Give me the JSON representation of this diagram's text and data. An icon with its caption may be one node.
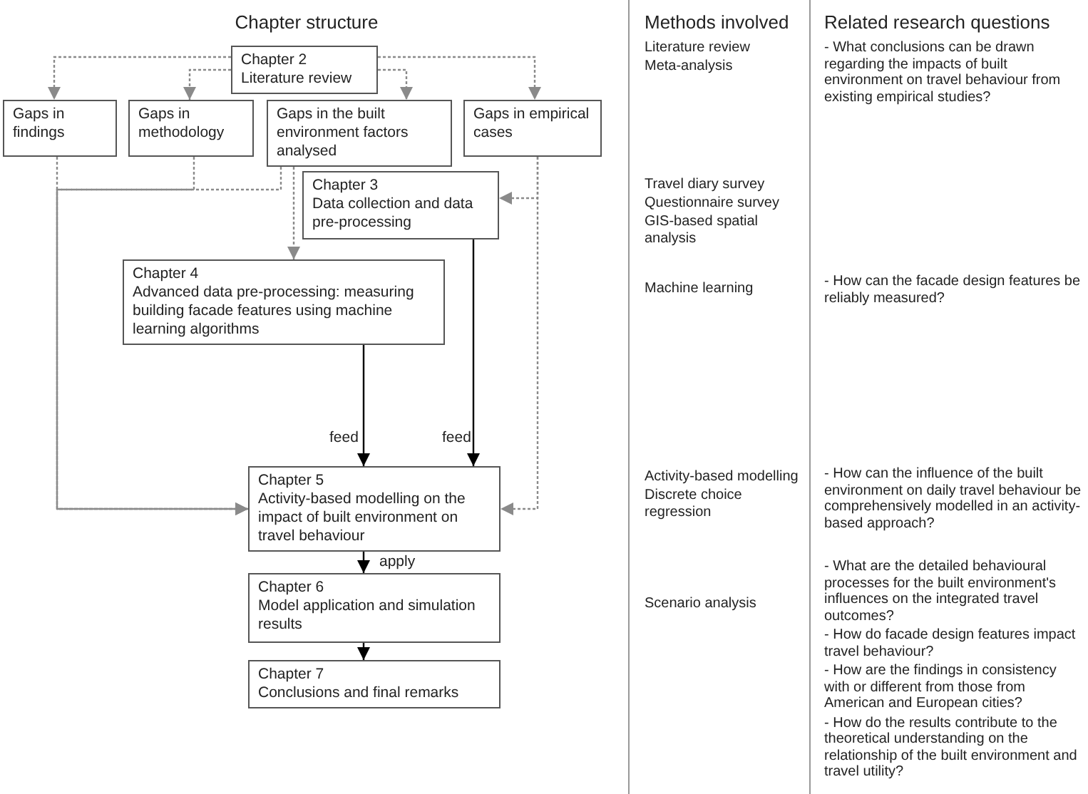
{
  "diagram": {
    "title": "Chapter structure",
    "nodes": [
      {
        "text": [
          "Chapter 2",
          "Literature review"
        ]
      },
      {
        "text": [
          "Gaps in findings"
        ]
      },
      {
        "text": [
          "Gaps in methodology"
        ]
      },
      {
        "text": [
          "Gaps in the built environment factors analysed"
        ]
      },
      {
        "text": [
          "Gaps in empirical cases"
        ]
      },
      {
        "text": [
          "Chapter 3",
          "Data collection and data pre-processing"
        ]
      },
      {
        "text": [
          "Chapter 4",
          "Advanced data pre-processing: measuring building facade features using machine learning algorithms"
        ]
      },
      {
        "text": [
          "Chapter 5",
          "Activity-based modelling on the impact of built environment on travel behaviour"
        ]
      },
      {
        "text": [
          "Chapter 6",
          "Model application and simulation results"
        ]
      },
      {
        "text": [
          "Chapter 7",
          "Conclusions and final remarks"
        ]
      }
    ],
    "edges": [
      {
        "from": 0,
        "to": 1,
        "arrow": "to",
        "style": "dashed"
      },
      {
        "from": 0,
        "to": 2,
        "arrow": "to",
        "style": "dashed"
      },
      {
        "from": 0,
        "to": 3,
        "arrow": "to",
        "style": "dashed"
      },
      {
        "from": 0,
        "to": 4,
        "arrow": "to",
        "style": "dashed"
      },
      {
        "from": 1,
        "to": 7,
        "arrow": "to",
        "style": "dashed"
      },
      {
        "from": 2,
        "to": 7,
        "arrow": "to",
        "style": "dashed"
      },
      {
        "from": 3,
        "to": 7,
        "arrow": "to",
        "style": "dashed"
      },
      {
        "from": 3,
        "to": 6,
        "arrow": "to",
        "style": "dashed"
      },
      {
        "from": 4,
        "to": 5,
        "arrow": "to",
        "style": "dashed"
      },
      {
        "from": 4,
        "to": 7,
        "arrow": "to",
        "style": "dashed"
      },
      {
        "from": 5,
        "to": 7,
        "arrow": "to",
        "label": "feed",
        "color": "#000000"
      },
      {
        "from": 6,
        "to": 7,
        "arrow": "to",
        "label": "feed",
        "color": "#000000"
      },
      {
        "from": 7,
        "to": 8,
        "arrow": "to",
        "label": "apply",
        "color": "#000000"
      },
      {
        "from": 8,
        "to": 9,
        "arrow": "to",
        "color": "#000000"
      }
    ],
    "labels": [
      "Methods involved",
      "Related research questions",
      "Literature review",
      "Meta-analysis",
      "- What conclusions can be drawn regarding the impacts of built environment on travel behaviour from existing empirical studies?",
      "Travel diary survey",
      "Questionnaire survey",
      "GIS-based spatial analysis",
      "Machine learning",
      "- How can the facade design features be reliably measured?",
      "Activity-based modelling",
      "Discrete choice regression",
      "- How can the influence of the built environment on daily travel behaviour be comprehensively modelled in an activity-based approach?",
      "Scenario analysis",
      "- What are the detailed behavioural processes for the built environment's influences on the integrated travel outcomes?",
      "- How do facade design features impact travel behaviour?",
      "- How are the findings in consistency with or different from those from American and European cities?",
      "- How do the results contribute to the theoretical understanding on the relationship of the built environment and travel utility?"
    ]
  }
}
